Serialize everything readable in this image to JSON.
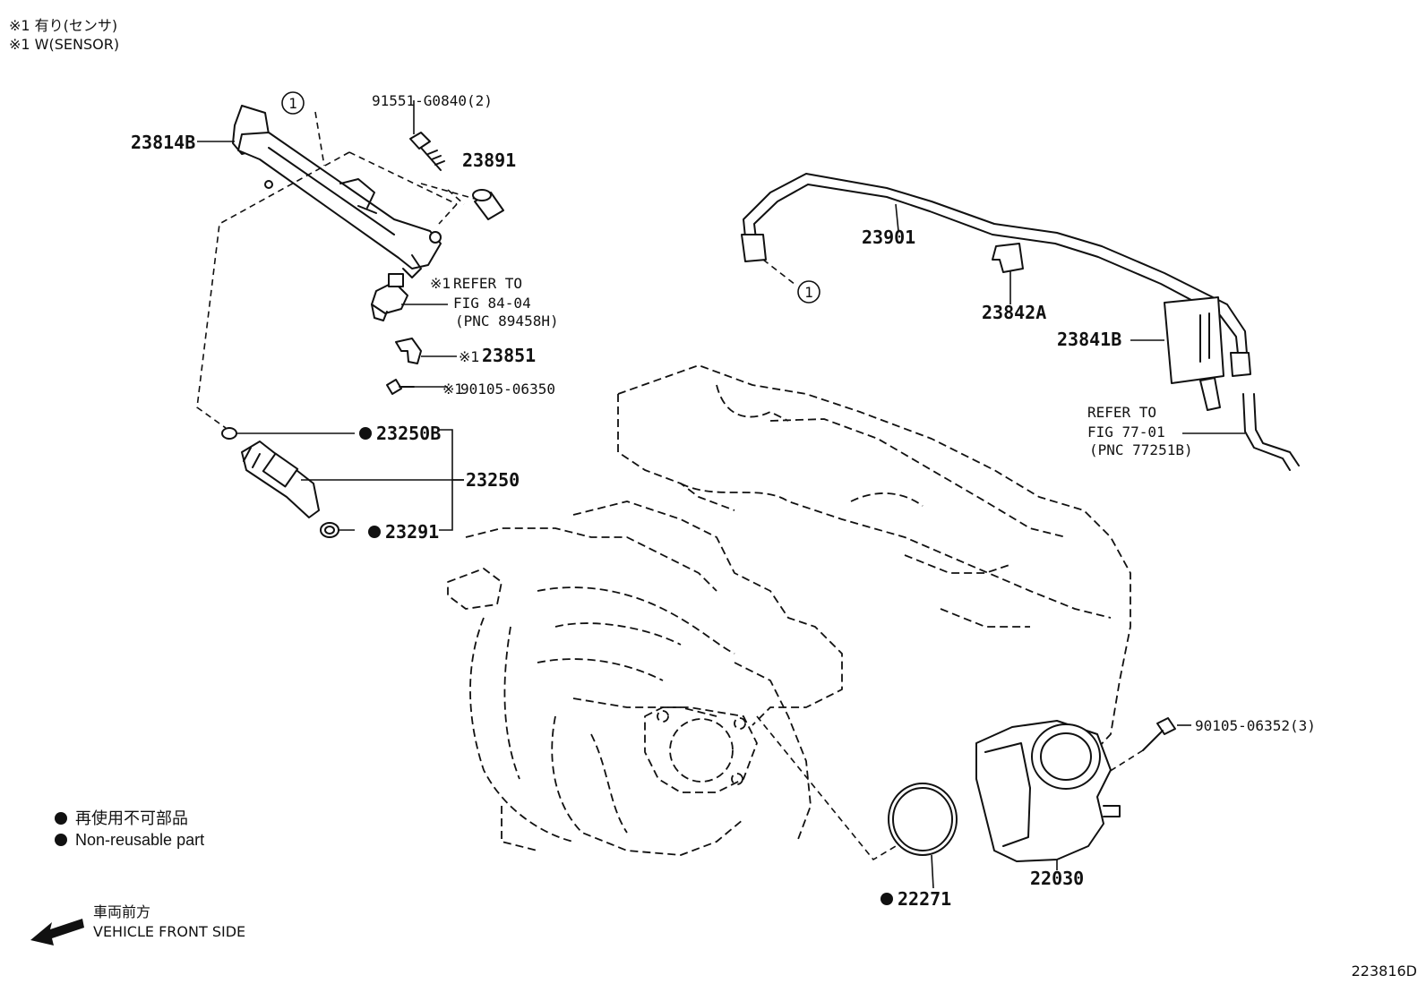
{
  "notes": {
    "sensor_jp": "※1 有り(センサ)",
    "sensor_en": "※1 W(SENSOR)"
  },
  "legend": {
    "non_reusable_jp": "再使用不可部品",
    "non_reusable_en": "Non-reusable part",
    "front_jp": "車両前方",
    "front_en": "VEHICLE FRONT SIDE"
  },
  "callout": {
    "ref_symbol": "1"
  },
  "parts": {
    "p23814B": "23814B",
    "p91551": "91551-G0840(2)",
    "p23891": "23891",
    "p23901": "23901",
    "p23842A": "23842A",
    "p23841B": "23841B",
    "ref1_mark": "※1",
    "ref1_line1": "REFER TO",
    "ref1_line2": "FIG 84-04",
    "ref1_line3": "(PNC 89458H)",
    "p23851": "23851",
    "p23851_mark": "※1",
    "p90105_06350": "90105-06350",
    "p90105_06350_mark": "※1",
    "ref2_line1": "REFER TO",
    "ref2_line2": "FIG 77-01",
    "ref2_line3": "(PNC 77251B)",
    "p23250B": "23250B",
    "p23250": "23250",
    "p23291": "23291",
    "p90105_06352": "90105-06352(3)",
    "p22271": "22271",
    "p22030": "22030"
  },
  "figure_id": "223816D",
  "colors": {
    "line": "#111111",
    "background": "#ffffff"
  }
}
